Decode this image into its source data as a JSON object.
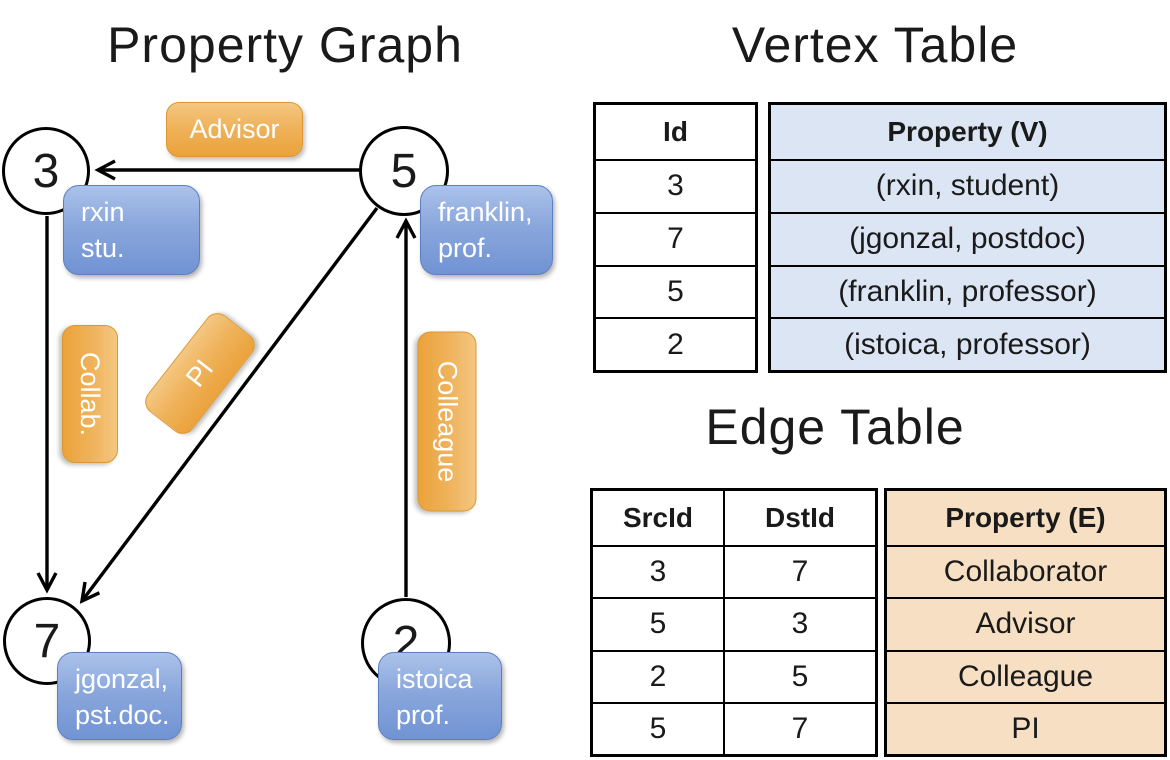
{
  "graph": {
    "title": "Property Graph",
    "nodes": [
      {
        "id": "3",
        "label_line1": "rxin",
        "label_line2": "stu."
      },
      {
        "id": "5",
        "label_line1": "franklin,",
        "label_line2": "prof."
      },
      {
        "id": "7",
        "label_line1": "jgonzal,",
        "label_line2": "pst.doc."
      },
      {
        "id": "2",
        "label_line1": "istoica",
        "label_line2": "prof."
      }
    ],
    "edge_labels": {
      "advisor": "Advisor",
      "collab": "Collab.",
      "pi": "PI",
      "colleague": "Colleague"
    }
  },
  "vertex_table": {
    "title": "Vertex Table",
    "columns": {
      "id": "Id",
      "property": "Property (V)"
    },
    "rows": [
      {
        "id": "3",
        "property": "(rxin, student)"
      },
      {
        "id": "7",
        "property": "(jgonzal, postdoc)"
      },
      {
        "id": "5",
        "property": "(franklin, professor)"
      },
      {
        "id": "2",
        "property": "(istoica, professor)"
      }
    ]
  },
  "edge_table": {
    "title": "Edge Table",
    "columns": {
      "src": "SrcId",
      "dst": "DstId",
      "property": "Property (E)"
    },
    "rows": [
      {
        "src": "3",
        "dst": "7",
        "property": "Collaborator"
      },
      {
        "src": "5",
        "dst": "3",
        "property": "Advisor"
      },
      {
        "src": "2",
        "dst": "5",
        "property": "Colleague"
      },
      {
        "src": "5",
        "dst": "7",
        "property": "PI"
      }
    ]
  },
  "colors": {
    "edge_label_orange": "#eba23b",
    "vertex_label_blue": "#7193d3",
    "vertex_property_fill": "#dbe5f3",
    "edge_property_fill": "#f7dfc3",
    "line_black": "#000000"
  }
}
